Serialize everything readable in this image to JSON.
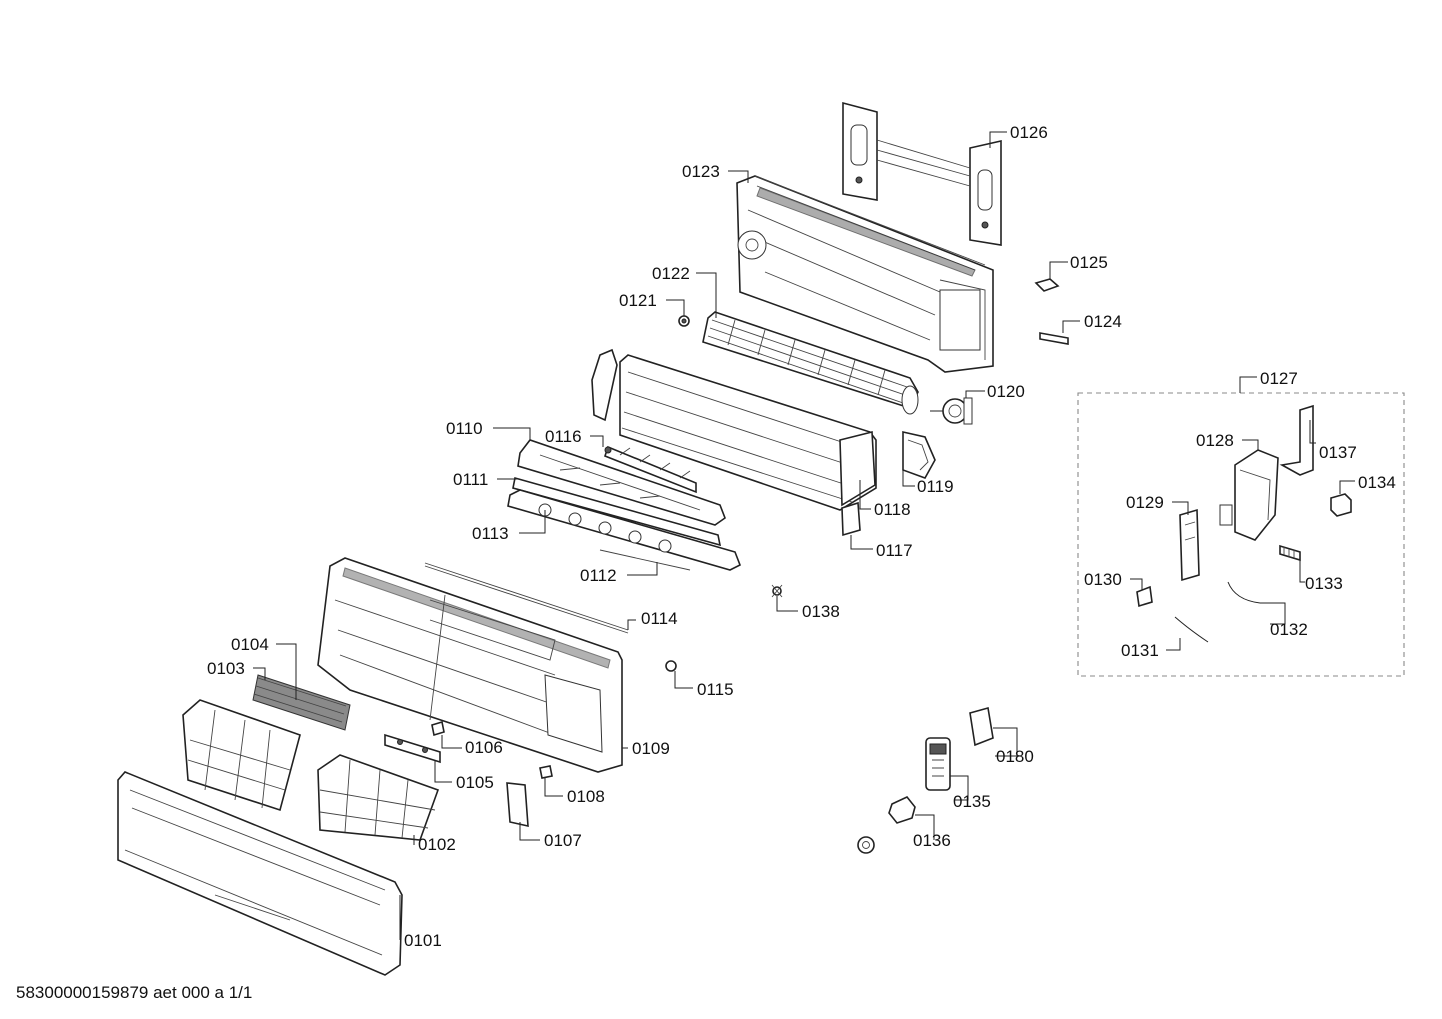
{
  "diagram": {
    "labels": {
      "p0101": "0101",
      "p0102": "0102",
      "p0103": "0103",
      "p0104": "0104",
      "p0105": "0105",
      "p0106": "0106",
      "p0107": "0107",
      "p0108": "0108",
      "p0109": "0109",
      "p0110": "0110",
      "p0111": "0111",
      "p0112": "0112",
      "p0113": "0113",
      "p0114": "0114",
      "p0115": "0115",
      "p0116": "0116",
      "p0117": "0117",
      "p0118": "0118",
      "p0119": "0119",
      "p0120": "0120",
      "p0121": "0121",
      "p0122": "0122",
      "p0123": "0123",
      "p0124": "0124",
      "p0125": "0125",
      "p0126": "0126",
      "p0127": "0127",
      "p0128": "0128",
      "p0129": "0129",
      "p0130": "0130",
      "p0131": "0131",
      "p0132": "0132",
      "p0133": "0133",
      "p0134": "0134",
      "p0135": "0135",
      "p0136": "0136",
      "p0137": "0137",
      "p0138": "0138",
      "p0180": "0180"
    },
    "footer": "58300000159879 aet 000 a 1/1"
  }
}
